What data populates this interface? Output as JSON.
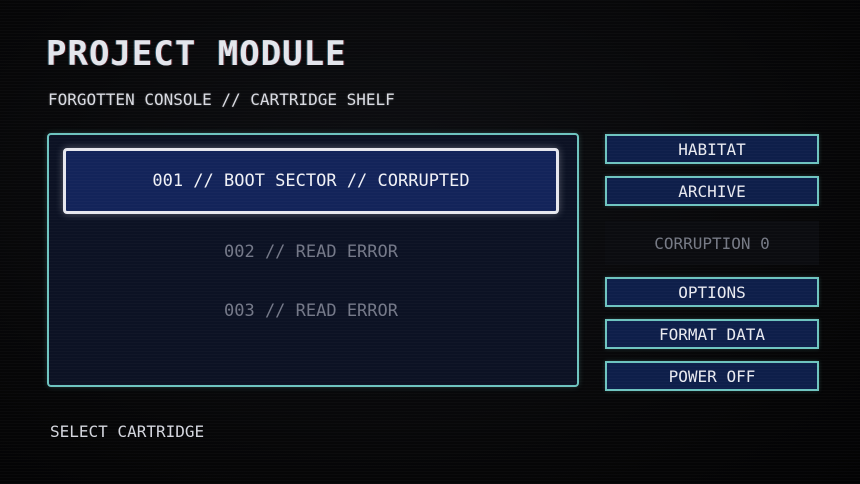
{
  "header": {
    "title": "PROJECT MODULE",
    "subtitle": "FORGOTTEN CONSOLE // CARTRIDGE SHELF"
  },
  "cartridges": [
    {
      "label": "001 // BOOT SECTOR // CORRUPTED",
      "selected": true
    },
    {
      "label": "002 // READ ERROR",
      "selected": false
    },
    {
      "label": "003 // READ ERROR",
      "selected": false
    }
  ],
  "menu": {
    "habitat": "HABITAT",
    "archive": "ARCHIVE",
    "corruption": "CORRUPTION 0",
    "options": "OPTIONS",
    "format_data": "FORMAT DATA",
    "power_off": "POWER OFF"
  },
  "footer": {
    "hint": "SELECT CARTRIDGE"
  },
  "colors": {
    "background": "#070708",
    "panel_border": "#6ec4c0",
    "panel_fill": "#0c1224",
    "selected_fill": "#13245a",
    "button_fill": "#0e1f4a",
    "dim_text": "#747888"
  }
}
